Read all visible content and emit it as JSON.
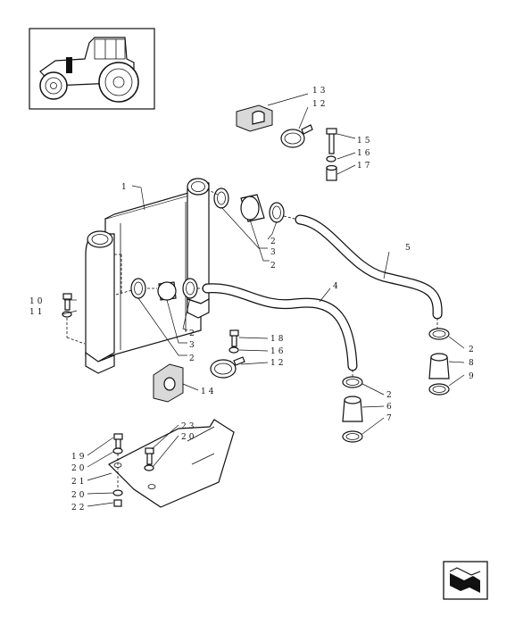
{
  "callouts": [
    {
      "id": "c1",
      "text": "1"
    },
    {
      "id": "c2a",
      "text": "2"
    },
    {
      "id": "c3a",
      "text": "3"
    },
    {
      "id": "c2b",
      "text": "2"
    },
    {
      "id": "c5",
      "text": "5"
    },
    {
      "id": "c4",
      "text": "4"
    },
    {
      "id": "c10",
      "text": "10"
    },
    {
      "id": "c11",
      "text": "11"
    },
    {
      "id": "c2c",
      "text": "2"
    },
    {
      "id": "c3b",
      "text": "3"
    },
    {
      "id": "c2d",
      "text": "2"
    },
    {
      "id": "c13",
      "text": "13"
    },
    {
      "id": "c12a",
      "text": "12"
    },
    {
      "id": "c15",
      "text": "15"
    },
    {
      "id": "c16a",
      "text": "16"
    },
    {
      "id": "c17",
      "text": "17"
    },
    {
      "id": "c18",
      "text": "18"
    },
    {
      "id": "c16b",
      "text": "16"
    },
    {
      "id": "c12b",
      "text": "12"
    },
    {
      "id": "c14",
      "text": "14"
    },
    {
      "id": "c2e",
      "text": "2"
    },
    {
      "id": "c8",
      "text": "8"
    },
    {
      "id": "c9",
      "text": "9"
    },
    {
      "id": "c2f",
      "text": "2"
    },
    {
      "id": "c6",
      "text": "6"
    },
    {
      "id": "c7",
      "text": "7"
    },
    {
      "id": "c23",
      "text": "23"
    },
    {
      "id": "c20a",
      "text": "20"
    },
    {
      "id": "c19",
      "text": "19"
    },
    {
      "id": "c20b",
      "text": "20"
    },
    {
      "id": "c21",
      "text": "21"
    },
    {
      "id": "c20c",
      "text": "20"
    },
    {
      "id": "c22",
      "text": "22"
    }
  ],
  "icons": {
    "thumbnail": "tractor-thumbnail-icon",
    "nav": "next-page-arrow-icon"
  }
}
